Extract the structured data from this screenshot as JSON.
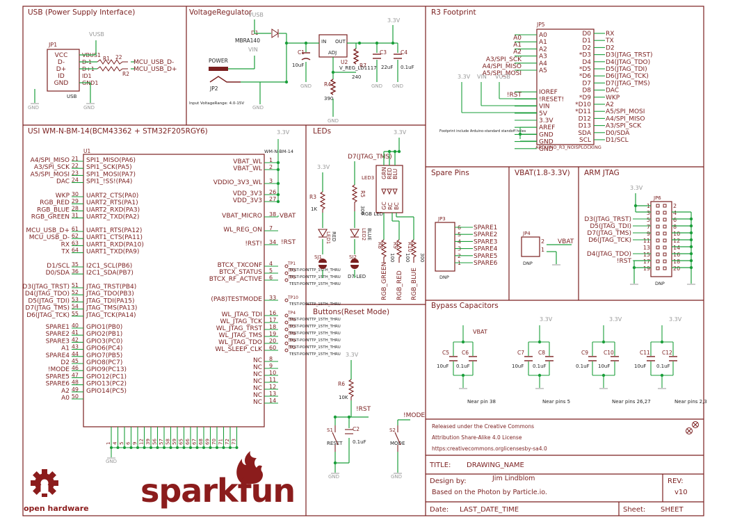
{
  "colors": {
    "frame": "#7a1f1f",
    "text": "#7a1f1f",
    "wire": "#1a9e3a",
    "dot": "#1a9e3a",
    "gray": "#9a9a9a",
    "brand": "#8b1c1c"
  },
  "sections": {
    "usb": "USB (Power Supply Interface)",
    "vreg": "VoltageRegulator",
    "r3": "R3 Footprint",
    "mcu": "USI WM-N-BM-14(BCM43362 + STM32F205RGY6)",
    "leds": "LEDs",
    "spare": "Spare Pins",
    "vbat": "VBAT(1.8-3.3V)",
    "jtag": "ARM JTAG",
    "buttons": "Buttons(Reset Mode)",
    "bypass": "Bypass Capacitors"
  },
  "usb": {
    "jp1": "JP1",
    "pins": [
      "VCC",
      "D-",
      "D+",
      "ID",
      "GND"
    ],
    "nets": [
      "VBUS1",
      "D-1",
      "D+1",
      "ID1",
      "GND1"
    ],
    "r1": "R1",
    "r2": "R2",
    "rval": "22",
    "out_minus": "MCU_USB_D-",
    "out_plus": "MCU_USB_D+",
    "vusb": "VUSB",
    "gnd": "GND",
    "usb": "USB"
  },
  "vreg": {
    "d1": "D1",
    "d1part": "MBRA140",
    "vusb": "VUSB",
    "vin": "VIN",
    "power": "POWER",
    "jp2": "JP2",
    "range": "Input VoltageRange: 4.0-15V",
    "u2": "U2",
    "u2part": "V_REG_LD1117",
    "in": "IN",
    "out": "OUT",
    "adj": "ADJ",
    "c1": "C1",
    "c1val": "10uF",
    "c3": "C3",
    "c3val": "22uF",
    "c4": "C4",
    "c4val": "0.1uF",
    "r4": "R4",
    "r4val": "390",
    "r7": "R7",
    "r7val": "240",
    "v33": "3.3V",
    "gnd": "GND"
  },
  "r3": {
    "jp5": "JP5",
    "part": "ARDUINO_R3_NOISPLOCKING",
    "left_nets": [
      "A0",
      "A1",
      "A2",
      "A3/SPI_SCK",
      "A4/SPI_MISO",
      "A5/SPI_MOSI",
      "!RST"
    ],
    "left_pins": [
      "A0",
      "A1",
      "A2",
      "A3",
      "A4",
      "A5",
      "IOREF",
      "!RESET!",
      "VIN",
      "5V",
      "3.3V",
      "AREF",
      "GND",
      "GND",
      "GND"
    ],
    "right_pins": [
      "D0",
      "D1",
      "D2",
      "*D3",
      "D4",
      "*D5",
      "*D6",
      "D7",
      "D8",
      "*D9",
      "*D10",
      "*D11",
      "D12",
      "D13",
      "SDA",
      "SCL"
    ],
    "right_nets": [
      "RX",
      "TX",
      "D2",
      "D3(JTAG_TRST)",
      "D4(JTAG_TDO)",
      "D5(JTAG_TDI)",
      "D6(JTAG_TCK)",
      "D7(JTAG_TMS)",
      "DAC",
      "WKP",
      "A2",
      "A5/SPI_MOSI",
      "A4/SPI_MISO",
      "A3/SPI_SCK",
      "D0/SDA",
      "D1/SCL"
    ],
    "supply": [
      "3.3V",
      "VIN",
      "VUSB"
    ],
    "note": "Footprint include Arduino-standard standoff holes"
  },
  "mcu": {
    "u1": "U1",
    "part": "WM-N-BM-14",
    "v33": "3.3V",
    "vbat": "VBAT",
    "rst": "!RST",
    "gnd": "GND",
    "left": [
      {
        "net": "A4/SPI_MISO",
        "num": "21",
        "pin": "SPI1_MISO(PA6)"
      },
      {
        "net": "A3/SPI_SCK",
        "num": "22",
        "pin": "SPI1_SCK(PA5)"
      },
      {
        "net": "A5/SPI_MOSI",
        "num": "23",
        "pin": "SPI1_MOSI(PA7)"
      },
      {
        "net": "DAC",
        "num": "24",
        "pin": "SPI1_!SS!(PA4)"
      },
      {
        "net": "WKP",
        "num": "30",
        "pin": "UART2_CTS(PA0)"
      },
      {
        "net": "RGB_RED",
        "num": "29",
        "pin": "UART2_RTS(PA1)"
      },
      {
        "net": "RGB_BLUE",
        "num": "28",
        "pin": "UART2_RXD(PA3)"
      },
      {
        "net": "RGB_GREEN",
        "num": "31",
        "pin": "UART2_TXD(PA2)"
      },
      {
        "net": "MCU_USB_D+",
        "num": "61",
        "pin": "UART1_RTS(PA12)"
      },
      {
        "net": "MCU_USB_D-",
        "num": "62",
        "pin": "UART1_CTS(PA11)"
      },
      {
        "net": "RX",
        "num": "63",
        "pin": "UART1_RXD(PA10)"
      },
      {
        "net": "TX",
        "num": "64",
        "pin": "UART1_TXD(PA9)"
      },
      {
        "net": "D1/SCL",
        "num": "35",
        "pin": "I2C1_SCL(PB6)"
      },
      {
        "net": "D0/SDA",
        "num": "36",
        "pin": "I2C1_SDA(PB7)"
      },
      {
        "net": "D3(JTAG_TRST)",
        "num": "51",
        "pin": "JTAG_TRST(PB4)"
      },
      {
        "net": "D4(JTAG_TDO)",
        "num": "52",
        "pin": "JTAG_TDO(PB3)"
      },
      {
        "net": "D5(JTAG_TDI)",
        "num": "53",
        "pin": "JTAG_TDI(PA15)"
      },
      {
        "net": "D7(JTAG_TMS)",
        "num": "54",
        "pin": "JTAG_TMS(PA13)"
      },
      {
        "net": "D6(JTAG_TCK)",
        "num": "55",
        "pin": "JTAG_TCK(PA14)"
      },
      {
        "net": "SPARE1",
        "num": "40",
        "pin": "GPIO1(PB0)"
      },
      {
        "net": "SPARE2",
        "num": "41",
        "pin": "GPIO2(PB1)"
      },
      {
        "net": "SPARE3",
        "num": "42",
        "pin": "GPIO3(PC0)"
      },
      {
        "net": "A1",
        "num": "43",
        "pin": "GPIO6(PC4)"
      },
      {
        "net": "SPARE4",
        "num": "44",
        "pin": "GPIO7(PB5)"
      },
      {
        "net": "D2",
        "num": "45",
        "pin": "GPIO8(PC7)"
      },
      {
        "net": "!MODE",
        "num": "46",
        "pin": "GPIO9(PC13)"
      },
      {
        "net": "SPARE5",
        "num": "47",
        "pin": "GPIO12(PC1)"
      },
      {
        "net": "SPARE6",
        "num": "48",
        "pin": "GPIO13(PC2)"
      },
      {
        "net": "A2",
        "num": "49",
        "pin": "GPIO14(PC5)"
      },
      {
        "net": "A0",
        "num": "50",
        "pin": ""
      }
    ],
    "right": [
      {
        "pin": "VBAT_WL",
        "num": "1"
      },
      {
        "pin": "VBAT_WL",
        "num": "2"
      },
      {
        "pin": "VDDIO_3V3_WL",
        "num": "3"
      },
      {
        "pin": "VDD_3V3",
        "num": "26"
      },
      {
        "pin": "VDD_3V3",
        "num": "27"
      },
      {
        "pin": "VBAT_MICRO",
        "num": "38"
      },
      {
        "pin": "WL_REG_ON",
        "num": "7"
      },
      {
        "pin": "!RST!",
        "num": "34"
      },
      {
        "pin": "BTCX_TXCONF",
        "num": "4"
      },
      {
        "pin": "BTCX_STATUS",
        "num": "5"
      },
      {
        "pin": "BTCX_RF_ACTIVE",
        "num": "6"
      },
      {
        "pin": "(PA8)TESTMODE",
        "num": "33"
      },
      {
        "pin": "WL_JTAG_TDI",
        "num": "16"
      },
      {
        "pin": "WL_JTAG_TCK",
        "num": "17"
      },
      {
        "pin": "WL_JTAG_TRST",
        "num": "18"
      },
      {
        "pin": "WL_JTAG_TMS",
        "num": "19"
      },
      {
        "pin": "WL_JTAG_TDO",
        "num": "20"
      },
      {
        "pin": "WL_SLEEP_CLK",
        "num": "60"
      },
      {
        "pin": "NC",
        "num": "8"
      },
      {
        "pin": "NC",
        "num": "9"
      },
      {
        "pin": "NC",
        "num": "10"
      },
      {
        "pin": "NC",
        "num": "11"
      },
      {
        "pin": "NC",
        "num": "12"
      },
      {
        "pin": "NC",
        "num": "13"
      },
      {
        "pin": "NC",
        "num": "14"
      }
    ],
    "tp_labels": [
      "TP1",
      "TP3",
      "TP5",
      "TP10",
      "TP4",
      "TP6",
      "TP7",
      "TP8",
      "TP9",
      "TP2"
    ],
    "tp_part": "TEST-POINTTP_15TH_THRU",
    "bottom_pins": [
      "1",
      "4",
      "5",
      "6",
      "9",
      "12",
      "39",
      "56",
      "57",
      "58",
      "59",
      "65",
      "66",
      "67",
      "68",
      "69",
      "70",
      "71",
      "72",
      "73"
    ]
  },
  "leds": {
    "v33": "3.3V",
    "r3": "R3",
    "r3val": "1K",
    "r5": "R5",
    "r5val": "300",
    "led1": "LED1",
    "led1c": "RED",
    "led2": "LED2",
    "led2c": "BLUE",
    "sj1": "SJ1",
    "sj2": "SJ2",
    "sj2part": "D7-LED",
    "net": "D7(JTAG_TMS)",
    "led3": "LED3",
    "led3part": "RGB LED",
    "rgb_top": [
      "GRN",
      "RED",
      "BLU"
    ],
    "rgb_bot": [
      "GC",
      "RC",
      "BC"
    ],
    "r8": "R8",
    "r9": "R9",
    "r10": "R10",
    "r8val": "100",
    "r9val": "100",
    "r10val": "300",
    "nets": [
      "RGB_GREEN",
      "RGB_RED",
      "RGB_BLUE"
    ]
  },
  "spare": {
    "jp3": "JP3",
    "pins": [
      "6",
      "5",
      "4",
      "3",
      "2",
      "1"
    ],
    "nets": [
      "SPARE1",
      "SPARE2",
      "SPARE3",
      "SPARE4",
      "SPARE5",
      "SPARE6"
    ],
    "dnp": "DNP"
  },
  "vbatsec": {
    "jp4": "JP4",
    "pins": [
      "2",
      "1"
    ],
    "net": "VBAT",
    "dnp": "DNP"
  },
  "jtag": {
    "jp6": "JP6",
    "v33": "3.3V",
    "dnp": "DNP",
    "odd": [
      "1",
      "3",
      "5",
      "7",
      "9",
      "11",
      "13",
      "15",
      "17",
      "19"
    ],
    "even": [
      "2",
      "4",
      "6",
      "8",
      "10",
      "12",
      "14",
      "16",
      "18",
      "20"
    ],
    "nets": [
      "D3(JTAG_TRST)",
      "D5(JTAG_TDI)",
      "D7(JTAG_TMS)",
      "D6(JTAG_TCK)",
      "D4(JTAG_TDO)",
      "!RST"
    ]
  },
  "buttons": {
    "v33": "3.3V",
    "r6": "R6",
    "r6val": "10K",
    "rst": "!RST",
    "mode": "!MODE",
    "s1": "S1",
    "s1lbl": "RESET",
    "s2": "S2",
    "s2lbl": "MODE",
    "c2": "C2",
    "c2val": "0.1uF",
    "gnd": "GND"
  },
  "bypass": {
    "vbat": "VBAT",
    "v33": "3.3V",
    "caps": [
      [
        "C5",
        "10uF"
      ],
      [
        "C6",
        "0.1uF"
      ],
      [
        "C7",
        "10uF"
      ],
      [
        "C8",
        "0.1uF"
      ],
      [
        "C9",
        "0.1uF"
      ],
      [
        "C10",
        "10uF"
      ],
      [
        "C11",
        "10uF"
      ],
      [
        "C12",
        "0.1uF"
      ]
    ],
    "notes": [
      "Near pin 38",
      "Near pins 5",
      "Near pins 26,27",
      "Near pins 2,3"
    ]
  },
  "license": {
    "l1": "Released under the Creative Commons",
    "l2": "Attribution Share-Alike 4.0 License",
    "l3": "https:creativecommons.orglicensesby-sa4.0"
  },
  "title": {
    "title_label": "TITLE:",
    "title_value": "DRAWING_NAME",
    "design_label": "Design by:",
    "designer": "Jim Lindblom",
    "based": "Based on the Photon by Particle.io.",
    "rev_label": "REV:",
    "rev": "v10",
    "date_label": "Date:",
    "date": "LAST_DATE_TIME",
    "sheet_label": "Sheet:",
    "sheet": "SHEET"
  },
  "brand": {
    "oshw": "open hardware",
    "sparkfun": "sparkfun"
  }
}
